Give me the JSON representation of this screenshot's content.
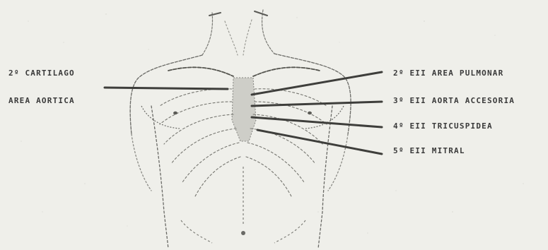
{
  "labels": {
    "left": [
      "2º CARTILAGO",
      "AREA AORTICA"
    ],
    "right": [
      "2º EII AREA PULMONAR",
      "3º EII AORTA ACCESORIA",
      "4º EII TRICUSPIDEA",
      "5º EII MITRAL"
    ]
  },
  "colors": {
    "background": "#efefea",
    "ink": "#3a3a3a",
    "sketch": "#6a6a66"
  }
}
